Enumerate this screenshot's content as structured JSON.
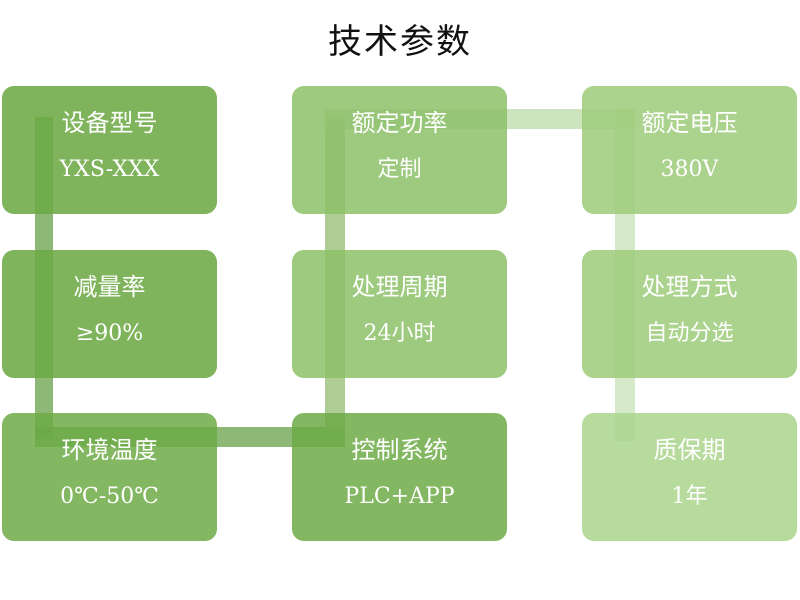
{
  "title": "技术参数",
  "colors": {
    "col1": "#7bb357",
    "col2": "#9cc97a",
    "col3": "#a8d18c",
    "connector_dark": "#5e9a3a",
    "connector_light": "#b9d8a4"
  },
  "cards": [
    {
      "label": "设备型号",
      "value": "YXS-XXX"
    },
    {
      "label": "额定功率",
      "value": "定制"
    },
    {
      "label": "额定电压",
      "value": "380V"
    },
    {
      "label": "减量率",
      "value": "≥90%"
    },
    {
      "label": "处理周期",
      "value": "24小时"
    },
    {
      "label": "处理方式",
      "value": "自动分选"
    },
    {
      "label": "环境温度",
      "value": "0℃-50℃"
    },
    {
      "label": "控制系统",
      "value": "PLC+APP"
    },
    {
      "label": "质保期",
      "value": "1年"
    }
  ]
}
